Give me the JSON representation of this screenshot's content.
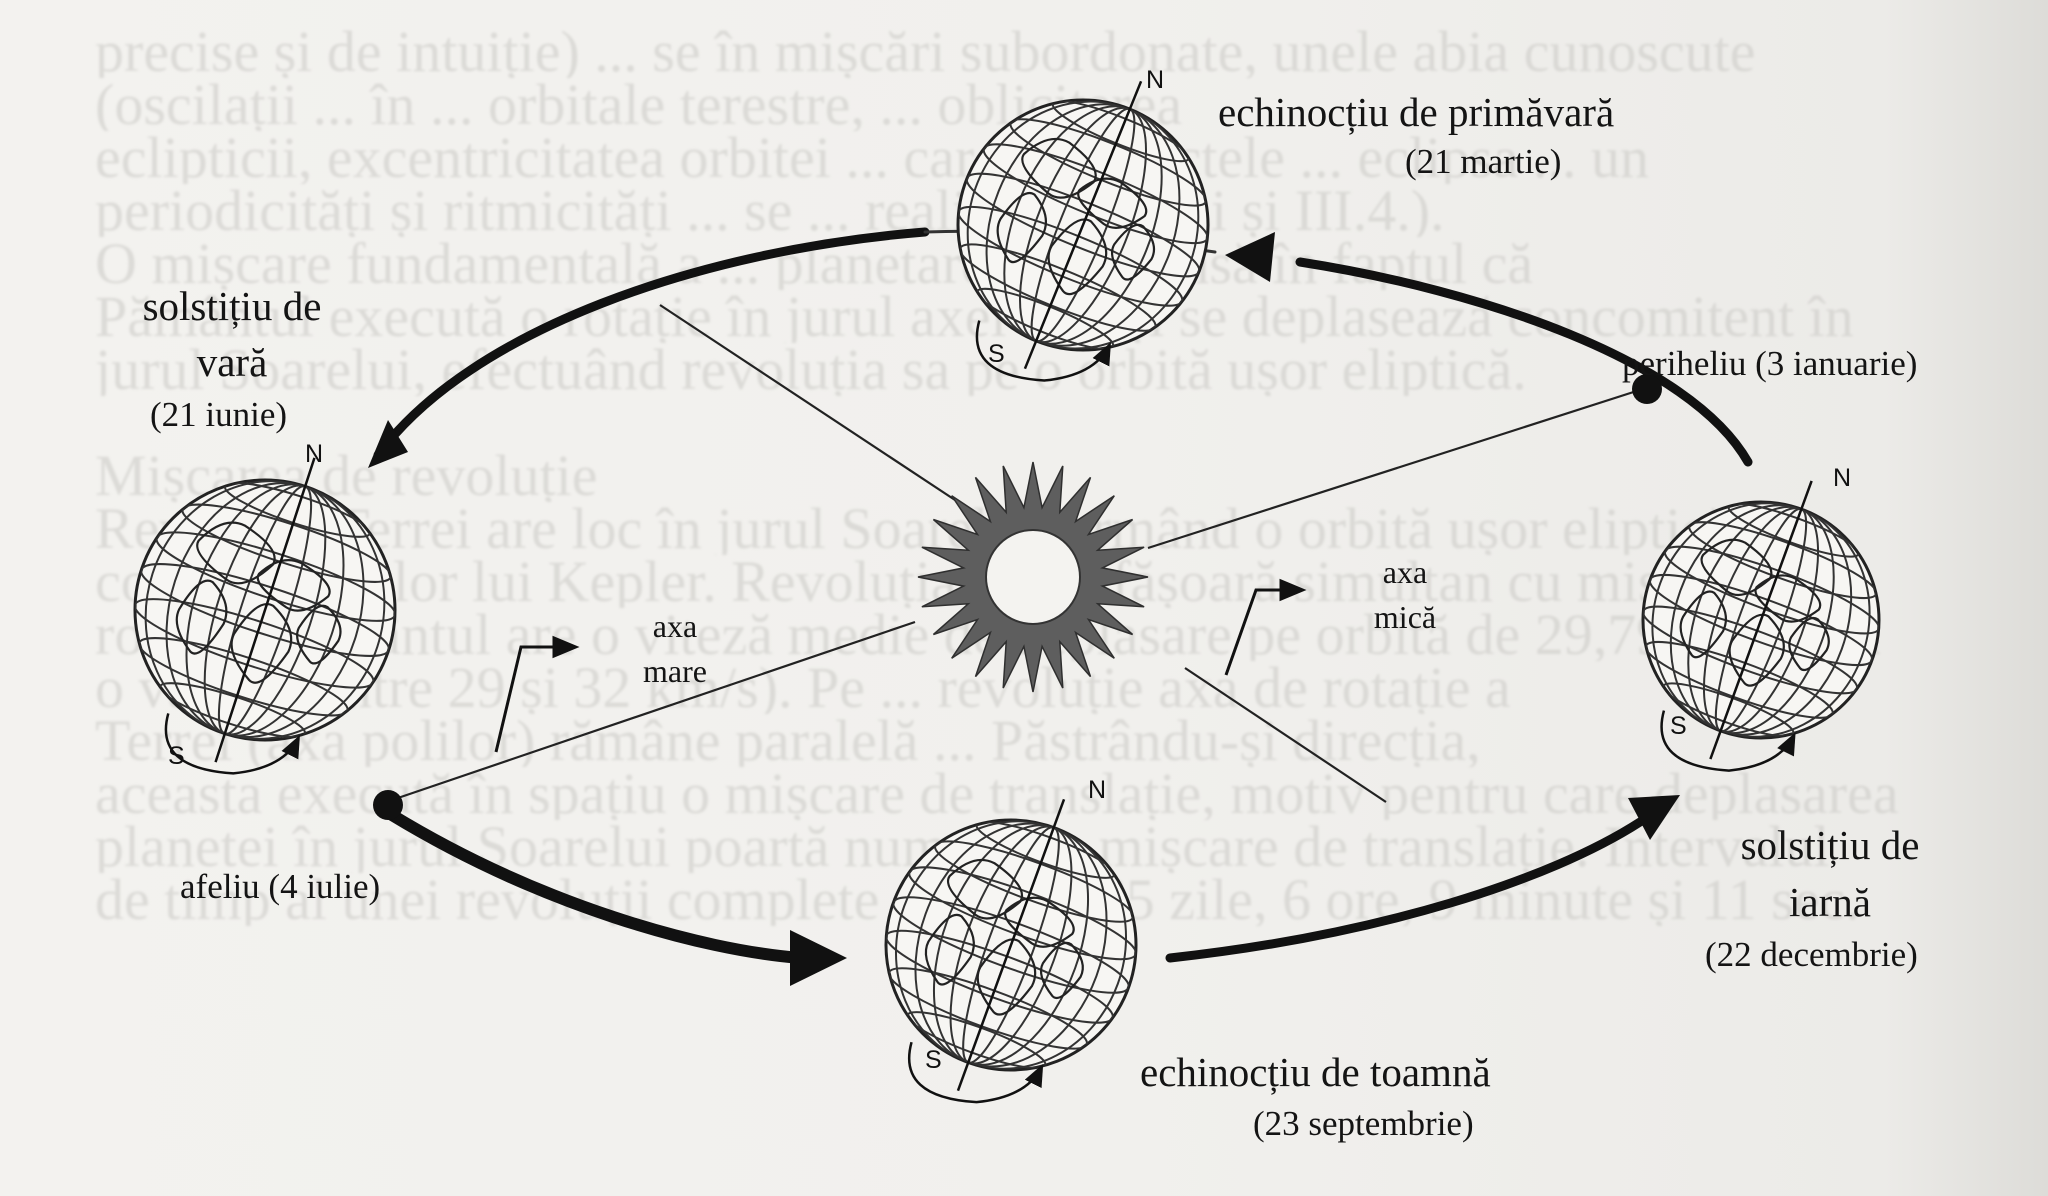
{
  "labels": {
    "spring_equinox": "echinocțiu de primăvară",
    "spring_date": "(21 martie)",
    "summer_solstice_l1": "solstițiu de",
    "summer_solstice_l2": "vară",
    "summer_date": "(21 iunie)",
    "autumn_equinox": "echinocțiu de toamnă",
    "autumn_date": "(23 septembrie)",
    "winter_solstice_l1": "solstițiu de",
    "winter_solstice_l2": "iarnă",
    "winter_date": "(22 decembrie)",
    "perihelion": "periheliu (3 ianuarie)",
    "aphelion": "afeliu (4 iulie)",
    "major_axis_l1": "axa",
    "major_axis_l2": "mare",
    "minor_axis_l1": "axa",
    "minor_axis_l2": "mică",
    "north": "N",
    "south": "S"
  },
  "background_text": [
    "precise și de intuiție) ... se în mișcări subordonate, unele abia cunoscute",
    "(oscilații ... în ... orbitale terestre, ... obliciterea",
    "eclipticii, excentricitatea orbitei ... care ... aspectele ... eclipsa ... un",
    "periodicități și ritmicități ... se ... realizează (vezi și III.4.).",
    "O mișcare fundamentală a ... planetare constă însă în faptul că",
    "Pământul execută o rotație în jurul axei sale și se deplasează concomitent în",
    "jurul Soarelui, efectuând revoluția sa pe o orbită ușor eliptică.",
    "",
    "   Mișcarea de revoluție",
    "Revoluția Terrei are loc în jurul Soarelui, urmând o orbită ușor eliptică,",
    "conform legilor lui Kepler. Revoluția se desfășoară simultan cu mișcarea de",
    "rotație. Pământul are o viteză medie de deplasare pe orbită de 29,79 km/s (cu",
    "o variație între 29 și 32 km/s). Pe ... revoluție axa de rotație a",
    "Terrei (axa polilor) rămâne paralelă ... Păstrându-și direcția,",
    "aceasta execută în spațiu o mișcare de translație, motiv pentru care deplasarea",
    "planetei în jurul Soarelui poartă numele de mișcare de translație. Intervalul",
    "de timp al unei revoluții complete este de 365 zile, 6 ore, 9 minute și 11 sec."
  ],
  "colors": {
    "ink": "#141414",
    "sun": "#5e5e5e",
    "paper": "#f2f1ee",
    "bleed": "#c9c8c4"
  }
}
